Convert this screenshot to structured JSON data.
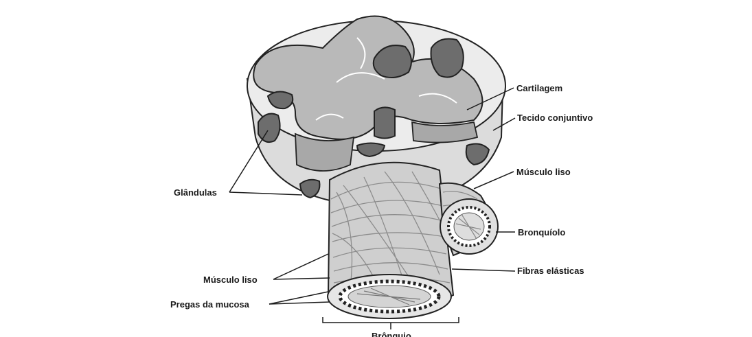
{
  "labels": {
    "cartilagem": "Cartilagem",
    "tecido_conjuntivo": "Tecido conjuntivo",
    "musculo_liso_right": "Músculo liso",
    "bronquiolo": "Bronquíolo",
    "fibras_elasticas": "Fibras elásticas",
    "glandulas": "Glândulas",
    "musculo_liso_left": "Músculo liso",
    "pregas_da_mucosa": "Pregas da mucosa",
    "bronquio": "Brônquio"
  },
  "colors": {
    "background": "#ffffff",
    "cartilage": "#b9b9b9",
    "gland": "#6d6d6d",
    "connective": "#e8e8e8",
    "muscle": "#cfcfcf",
    "outline": "#222222"
  }
}
